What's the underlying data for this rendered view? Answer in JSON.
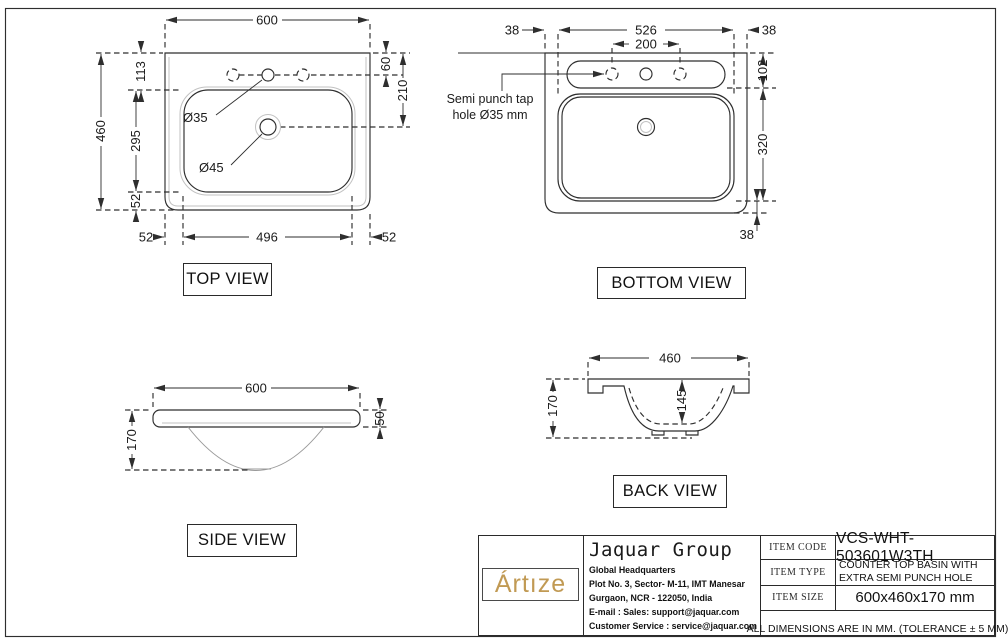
{
  "views": {
    "top": {
      "label": "TOP VIEW",
      "dims": {
        "width": "600",
        "top_offset": "113",
        "height": "460",
        "bowl_height": "295",
        "gap": "52",
        "bottom_left": "52",
        "bowl_width": "496",
        "bottom_right": "52",
        "hole_offset": "60",
        "drain_offset": "210",
        "tap_dia": "Ø35",
        "drain_dia": "Ø45"
      }
    },
    "bottom": {
      "label": "BOTTOM VIEW",
      "callout_line1": "Semi punch tap",
      "callout_line2": "hole  Ø35  mm",
      "dims": {
        "left_margin": "38",
        "inner_width": "526",
        "right_margin": "38",
        "hole_spacing": "200",
        "deck_depth": "102",
        "bowl_depth": "320",
        "base_gap": "38"
      }
    },
    "side": {
      "label": "SIDE VIEW",
      "dims": {
        "width": "600",
        "height": "170",
        "rim": "50"
      }
    },
    "back": {
      "label": "BACK VIEW",
      "dims": {
        "width": "460",
        "height": "170",
        "inner_depth": "145"
      }
    }
  },
  "title_block": {
    "brand": "Ártıze",
    "company": "Jaquar Group",
    "address_lines": [
      "Global Headquarters",
      "Plot No. 3, Sector- M-11, IMT Manesar",
      "Gurgaon, NCR - 122050, India",
      "E-mail : Sales: support@jaquar.com",
      "Customer Service : service@jaquar.com"
    ],
    "rows": [
      {
        "label": "ITEM CODE",
        "value": "VCS-WHT-503601W3TH"
      },
      {
        "label": "ITEM TYPE",
        "value": "COUNTER TOP BASIN WITH EXTRA SEMI PUNCH HOLE"
      },
      {
        "label": "ITEM SIZE",
        "value": "600x460x170 mm"
      }
    ],
    "note": "ALL DIMENSIONS ARE IN MM. (TOLERANCE ± 5 MM)"
  },
  "colors": {
    "gold": "#C19A54",
    "line": "#2e2e2e",
    "light_line": "#c2c2c2"
  }
}
